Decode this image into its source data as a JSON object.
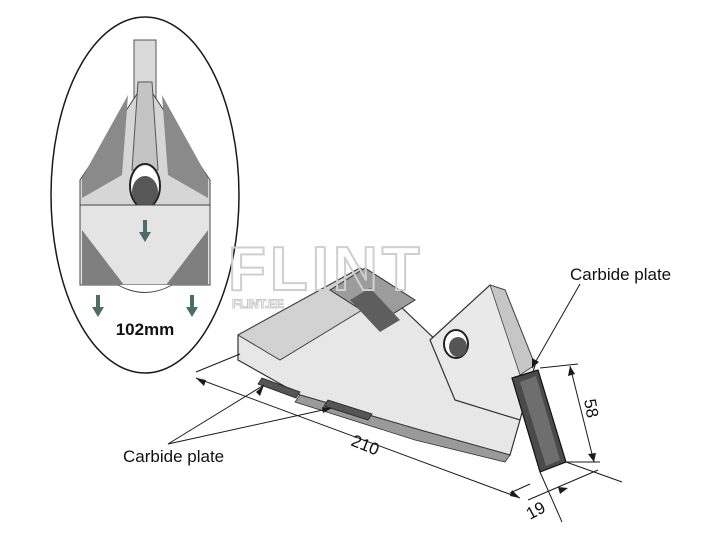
{
  "figure": {
    "inset_dimension": "102mm",
    "watermark_main": "FLINT",
    "watermark_sub": "FLINT.EE",
    "callouts": {
      "carbide_top": "Carbide plate",
      "carbide_bottom": "Carbide plate"
    },
    "dimensions": {
      "length": "210",
      "height": "58",
      "width": "19"
    }
  },
  "colors": {
    "line": "#1a1a1a",
    "part_light": "#e6e6e6",
    "part_mid": "#c9c9c9",
    "part_dark": "#7a7a7a",
    "arrow_teal": "#4d6b68",
    "watermark": "#d0d0d0"
  }
}
